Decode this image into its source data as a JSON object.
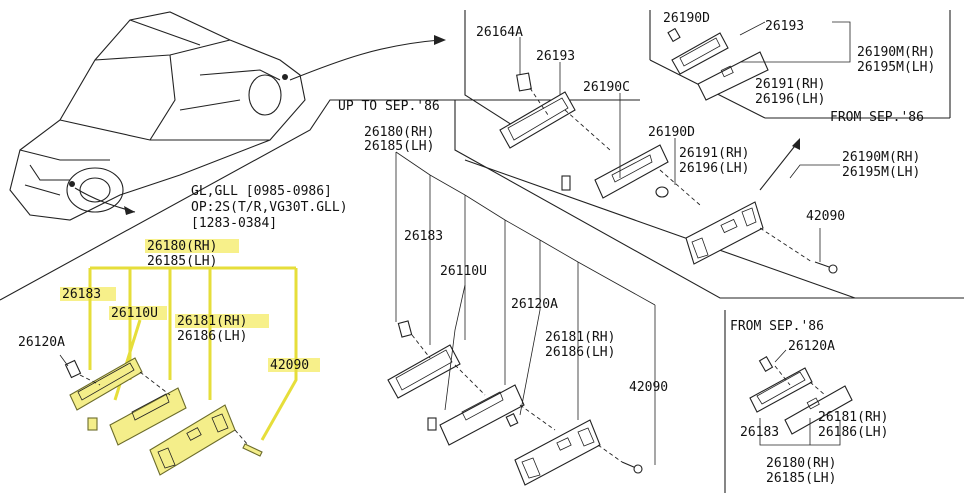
{
  "labels": {
    "top_26164a": "26164A",
    "top_26193a": "26193",
    "top_26190c": "26190C",
    "top_26190d_a": "26190D",
    "top_26191_rh": "26191(RH)",
    "top_26196_lh": "26196(LH)",
    "top_26190m_rh_a": "26190M(RH)",
    "top_26195m_lh_a": "26195M(LH)",
    "top_42090": "42090",
    "inset_26190d": "26190D",
    "inset_26193": "26193",
    "inset_26190m_rh": "26190M(RH)",
    "inset_26195m_lh": "26195M(LH)",
    "inset_26191_rh": "26191(RH)",
    "inset_26196_lh": "26196(LH)",
    "from_sep86_top": "FROM SEP.'86",
    "up_to_sep86": "UP TO SEP.'86",
    "mid_26180_rh": "26180(RH)",
    "mid_26185_lh": "26185(LH)",
    "mid_26183": "26183",
    "mid_26110u": "26110U",
    "mid_26120a": "26120A",
    "mid_26181_rh": "26181(RH)",
    "mid_26186_lh": "26186(LH)",
    "mid_42090": "42090",
    "note_line1": "GL,GLL [0985-0986]",
    "note_line2": "OP:2S(T/R,VG30T.GLL)",
    "note_line3": "[1283-0384]",
    "left_26180_rh": "26180(RH)",
    "left_26185_lh": "26185(LH)",
    "left_26183": "26183",
    "left_26110u": "26110U",
    "left_26181_rh": "26181(RH)",
    "left_26186_lh": "26186(LH)",
    "left_42090": "42090",
    "left_26120a": "26120A",
    "br_from_sep86": "FROM SEP.'86",
    "br_26120a": "26120A",
    "br_26183": "26183",
    "br_26181_rh": "26181(RH)",
    "br_26186_lh": "26186(LH)",
    "br_26180_rh": "26180(RH)",
    "br_26185_lh": "26185(LH)"
  },
  "colors": {
    "highlight": "#f4ee8a",
    "line": "#222222"
  }
}
